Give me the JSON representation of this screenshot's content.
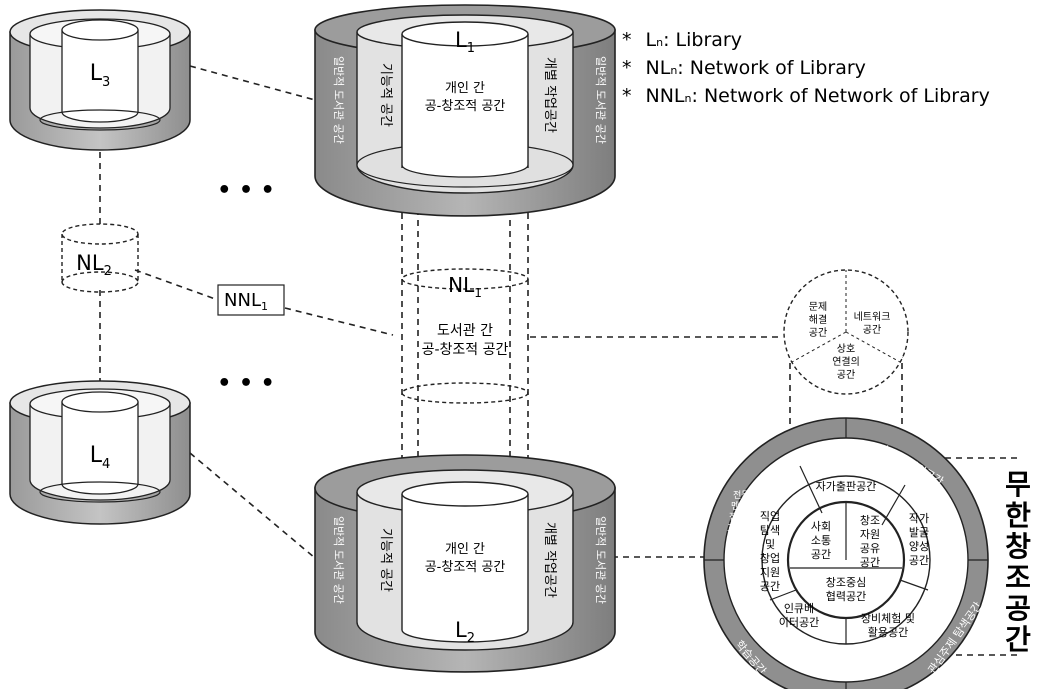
{
  "legend": [
    {
      "symbol": "*",
      "abbr": "L",
      "sub": "n",
      "text": ": Library"
    },
    {
      "symbol": "*",
      "abbr": "NL",
      "sub": "n",
      "text": ": Network of Library"
    },
    {
      "symbol": "*",
      "abbr": "NNL",
      "sub": "n",
      "text": ": Network of Network of Library"
    }
  ],
  "libraries": {
    "L1": {
      "base": "L",
      "sub": "1"
    },
    "L2": {
      "base": "L",
      "sub": "2"
    },
    "L3": {
      "base": "L",
      "sub": "3"
    },
    "L4": {
      "base": "L",
      "sub": "4"
    }
  },
  "networks": {
    "NL1": {
      "base": "NL",
      "sub": "1"
    },
    "NL2": {
      "base": "NL",
      "sub": "2"
    },
    "NNL1": {
      "base": "NNL",
      "sub": "1"
    }
  },
  "cylinder_labels": {
    "outer_left": "일반적 도서관 공간",
    "outer_right": "일반적 도서관 공간",
    "functional_space": "기능적 공간",
    "individual_work_space": "개별 작업공간",
    "center_line1": "개인 간",
    "center_line2": "공-창조적 공간"
  },
  "network_center": {
    "line1": "도서관 간",
    "line2": "공-창조적 공간"
  },
  "ellipsis": "• • •",
  "small_pie": {
    "segments": [
      "문제 해결 공간",
      "네트워크 공간",
      "상호 연결의 공간"
    ]
  },
  "infinite_circle": {
    "title": "무한창조공간",
    "center": "창조중심 협력공간",
    "inner_ring": [
      "사회 소통 공간",
      "창조 자원 공유 공간"
    ],
    "middle_ring": [
      "자가출판공간",
      "작가 발굴 양성 공간",
      "장비체험 및 활용공간",
      "인큐베 이터공간",
      "직업 탐색 및 창업 지원 공간"
    ],
    "outer_ring": [
      "스토리텔링공간",
      "관심주제 탐색공간",
      "학습공간",
      "전문가 멘토링 집단 교실"
    ]
  }
}
